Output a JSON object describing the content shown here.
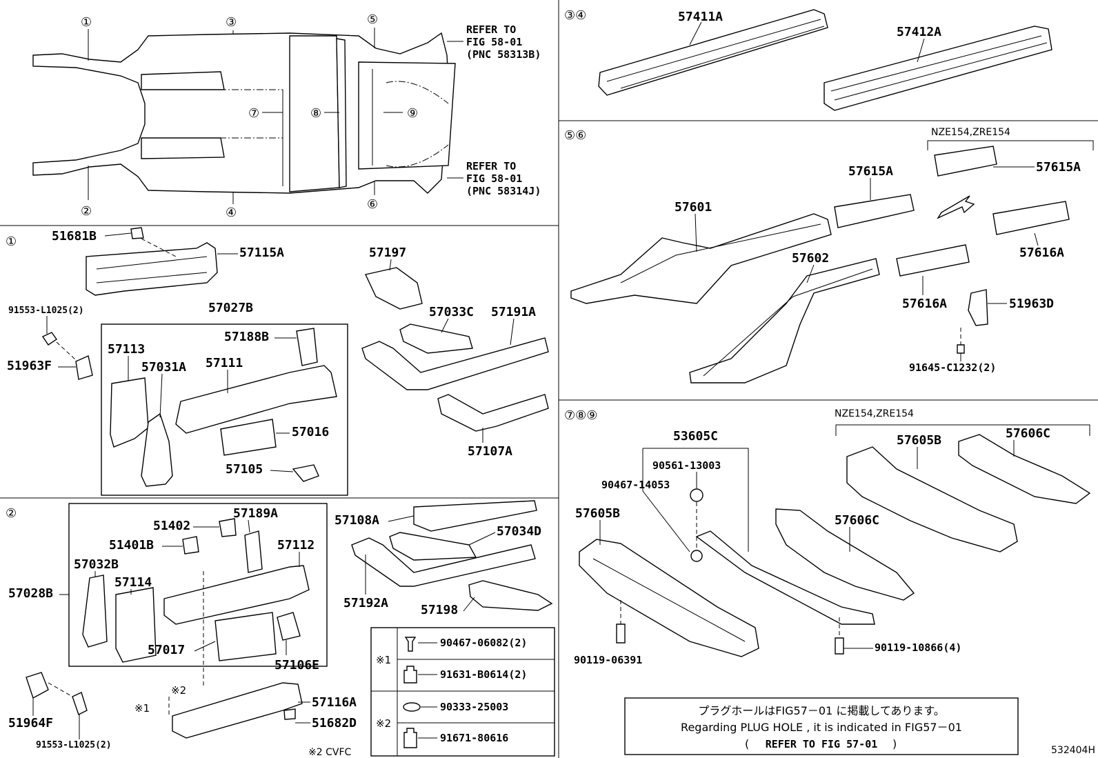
{
  "overview": {
    "callouts": [
      "①",
      "③",
      "⑤",
      "⑦",
      "⑧",
      "⑨",
      "②",
      "④",
      "⑥"
    ],
    "refer_top": [
      "REFER TO",
      "FIG 58-01",
      "(PNC 58313B)"
    ],
    "refer_bottom": [
      "REFER TO",
      "FIG 58-01",
      "(PNC 58314J)"
    ]
  },
  "section_34": {
    "header": "③④",
    "parts": [
      "57411A",
      "57412A"
    ]
  },
  "section_56": {
    "header": "⑤⑥",
    "variant": "NZE154,ZRE154",
    "parts": [
      "57601",
      "57615A",
      "57615A",
      "57616A",
      "57602",
      "57616A",
      "51963D",
      "91645-C1232(2)"
    ]
  },
  "section_789": {
    "header": "⑦⑧⑨",
    "variant": "NZE154,ZRE154",
    "parts": [
      "53605C",
      "90561-13003",
      "90467-14053",
      "57605B",
      "57605B",
      "57606C",
      "57606C",
      "90119-06391",
      "90119-10866(4)"
    ]
  },
  "section_1": {
    "header": "①",
    "parts": [
      "51681B",
      "57115A",
      "91553-L1025(2)",
      "51963F",
      "57027B",
      "57188B",
      "57113",
      "57031A",
      "57111",
      "57016",
      "57105",
      "57197",
      "57033C",
      "57191A",
      "57107A"
    ]
  },
  "section_2": {
    "header": "②",
    "parts": [
      "51402",
      "57189A",
      "51401B",
      "57112",
      "57032B",
      "57114",
      "57028B",
      "57017",
      "57106E",
      "57116A",
      "51682D",
      "51964F",
      "91553-L1025(2)",
      "57108A",
      "57034D",
      "57192A",
      "57198"
    ],
    "marks": [
      "※2",
      "※1"
    ],
    "footnote": "※2 CVFC"
  },
  "fastener_table": {
    "rows": [
      {
        "group": "※1",
        "part": "90467-06082(2)"
      },
      {
        "group": "",
        "part": "91631-B0614(2)"
      },
      {
        "group": "※2",
        "part": "90333-25003"
      },
      {
        "group": "",
        "part": "91671-80616"
      }
    ]
  },
  "notice": {
    "line_jp": "プラグホールはFIG57－01 に掲載してあります。",
    "line_en": "Regarding PLUG HOLE , it is indicated in FIG57－01",
    "line_ref_open": "(",
    "line_ref": "REFER TO FIG 57-01",
    "line_ref_close": ")"
  },
  "figure_id": "532404H"
}
